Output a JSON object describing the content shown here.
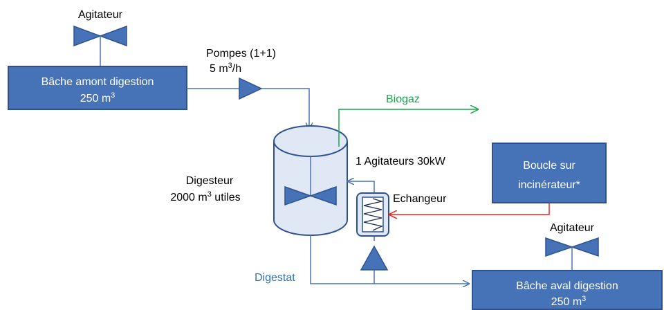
{
  "labels": {
    "agitator_top": "Agitateur",
    "agitator_right": "Agitateur",
    "pumps_line1": "Pompes (1+1)",
    "pumps_line2_num": "5 m",
    "pumps_line2_sup": "3",
    "pumps_line2_tail": "/h",
    "upstream_tank_line1": "Bâche amont digestion",
    "upstream_tank_line2_num": "250 m",
    "upstream_tank_line2_sup": "3",
    "biogas": "Biogaz",
    "agitators_30kw": "1 Agitateurs 30kW",
    "loop_line1": "Boucle sur",
    "loop_line2": "incinérateur*",
    "digester_line1": "Digesteur",
    "digester_line2_num": "2000 m",
    "digester_line2_sup": "3",
    "digester_line2_tail": " utiles",
    "exchanger": "Echangeur",
    "digestate": "Digestat",
    "downstream_tank_line1": "Bâche aval digestion",
    "downstream_tank_line2_num": "250 m",
    "downstream_tank_line2_sup": "3"
  },
  "colors": {
    "box_fill": "#4673b8",
    "box_stroke": "#2f528f",
    "pipe": "#4a74b5",
    "biogas": "#1aa64a",
    "hot_loop": "#e8231c",
    "digestate_text": "#2e75b6",
    "vessel_fill": "#dfe8f4"
  }
}
